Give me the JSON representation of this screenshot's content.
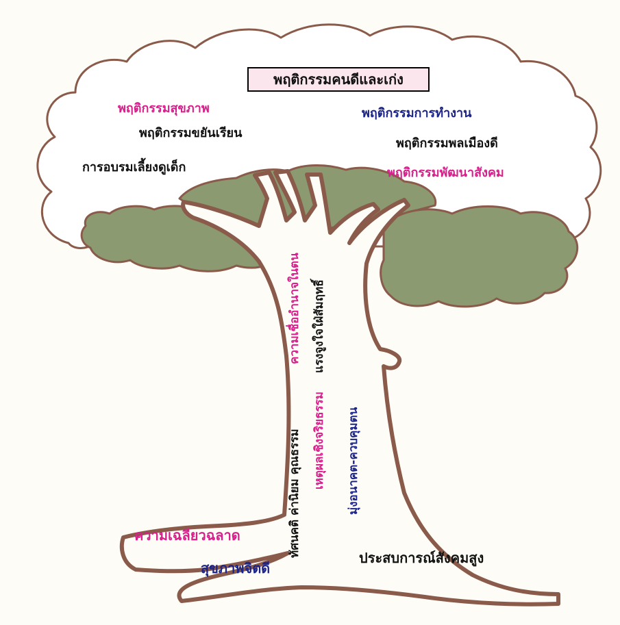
{
  "colors": {
    "background": "#fdfcf6",
    "outline": "#8a5a4a",
    "foliage": "#8b9a70",
    "title_box_fill": "#fce6ee",
    "magenta": "#d6208c",
    "navy": "#1d2488",
    "black": "#111111"
  },
  "title": "พฤติกรรมคนดีและเก่ง",
  "canopy": {
    "left": {
      "item1": "พฤติกรรมสุขภาพ",
      "item2": "พฤติกรรมขยันเรียน",
      "item3": "การอบรมเลี้ยงดูเด็ก"
    },
    "right": {
      "item1": "พฤติกรรมการทำงาน",
      "item2": "พฤติกรรมพลเมืองดี",
      "item3": "พฤติกรรมพัฒนาสังคม"
    }
  },
  "trunk": {
    "col1": {
      "text_a": "ทัศนคติ ค่านิยม คุณธรรม",
      "text_b": "ความเชื่ออำนาจในตน"
    },
    "col2": {
      "text_a": "เหตุผลเชิงจริยธรรม",
      "text_b": "แรงจูงใจใฝ่สัมฤทธิ์"
    },
    "col3": {
      "text_a": "มุ่งอนาคต-ควบคุมตน"
    }
  },
  "roots": {
    "left_upper": "ความเฉลียวฉลาด",
    "left_lower": "สุขภาพจิตดี",
    "right": "ประสบการณ์สังคมสูง"
  }
}
